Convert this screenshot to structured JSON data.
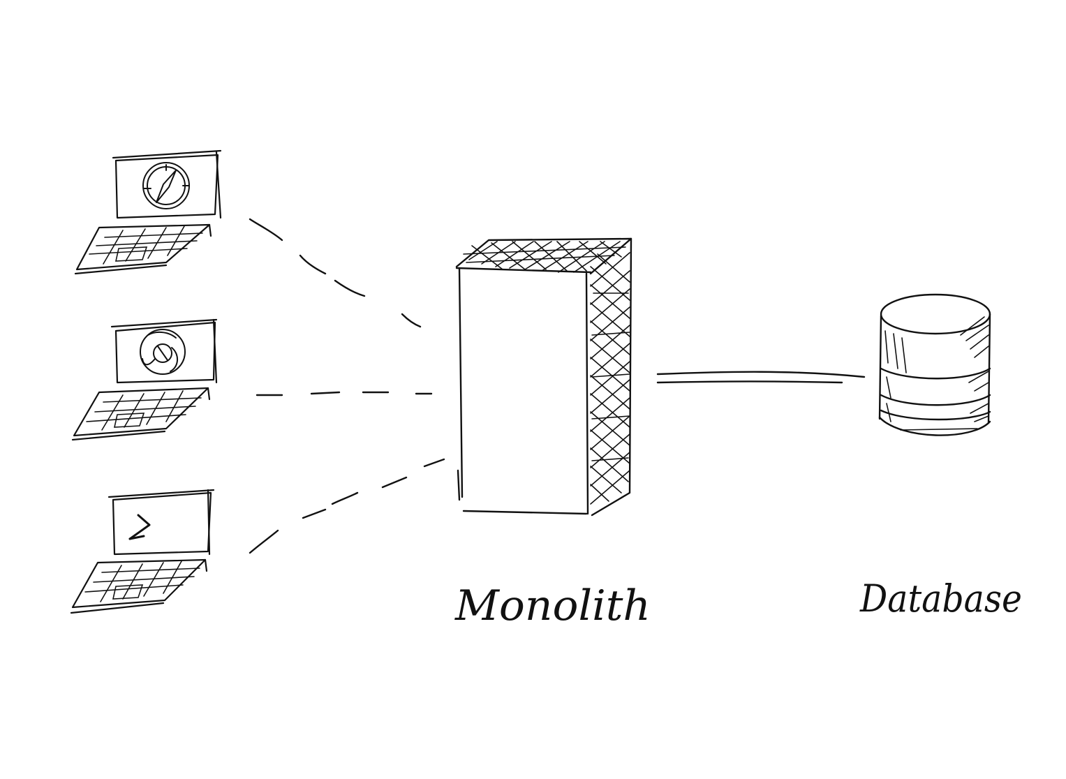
{
  "diagram": {
    "nodes": [
      {
        "id": "client-1",
        "kind": "laptop",
        "screen_icon": "compass-icon"
      },
      {
        "id": "client-2",
        "kind": "laptop",
        "screen_icon": "chrome-icon"
      },
      {
        "id": "client-3",
        "kind": "laptop",
        "screen_icon": "terminal-prompt-icon"
      },
      {
        "id": "monolith",
        "kind": "server-block",
        "label": "Monolith"
      },
      {
        "id": "database",
        "kind": "database-cylinder",
        "label": "Database"
      }
    ],
    "edges": [
      {
        "from": "client-1",
        "to": "monolith",
        "style": "dashed"
      },
      {
        "from": "client-2",
        "to": "monolith",
        "style": "dashed"
      },
      {
        "from": "client-3",
        "to": "monolith",
        "style": "dashed"
      },
      {
        "from": "monolith",
        "to": "database",
        "style": "double-solid"
      }
    ],
    "colors": {
      "ink": "#111111",
      "background": "#ffffff"
    }
  }
}
